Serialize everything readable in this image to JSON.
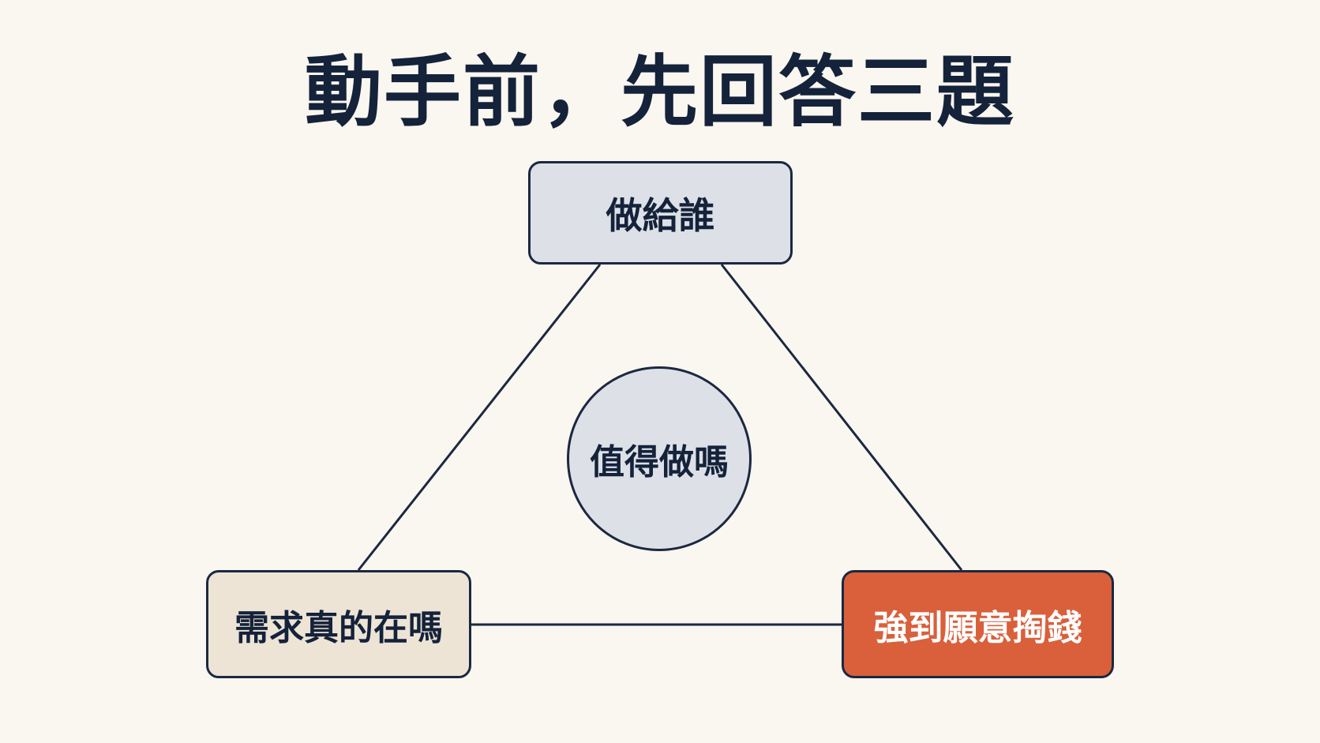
{
  "title": "動手前，先回答三題",
  "nodes": {
    "top": "做給誰",
    "left": "需求真的在嗎",
    "right": "強到願意掏錢"
  },
  "center": "值得做嗎",
  "colors": {
    "background": "#faf6f0",
    "text": "#14223a",
    "stroke": "#1b2840",
    "top_fill": "#dde1e7",
    "left_fill": "#ede4d6",
    "right_fill": "#d9603b",
    "center_fill": "#dde1e7"
  }
}
